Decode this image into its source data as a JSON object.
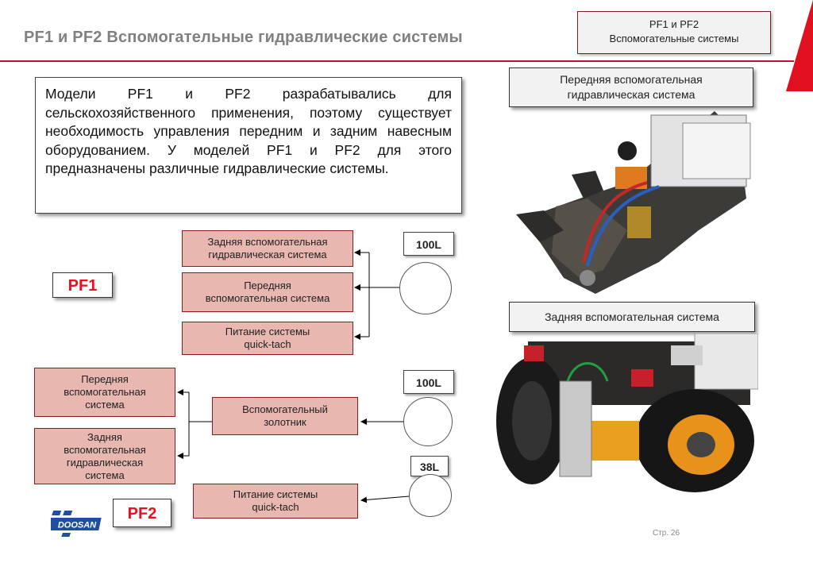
{
  "title": "PF1 и PF2 Вспомогательные гидравлические системы",
  "top_box": {
    "line1": "PF1 и PF2",
    "line2": "Вспомогательные системы"
  },
  "intro_text": "Модели PF1 и PF2 разрабатывались для сельскохозяйственного применения, поэтому существует необходимость управления передним и задним навесным оборудованием. У моделей PF1 и PF2 для этого предназначены различные гидравлические системы.",
  "photo_front": {
    "caption_line1": "Передняя вспомогательная",
    "caption_line2": "гидравлическая система"
  },
  "photo_rear": {
    "caption": "Задняя вспомогательная система"
  },
  "pf1": {
    "label": "PF1",
    "pump_capacity": "100L",
    "boxes": [
      {
        "line1": "Задняя вспомогательная",
        "line2": "гидравлическая система"
      },
      {
        "line1": "Передняя",
        "line2": "вспомогательная система"
      },
      {
        "line1": "Питание системы",
        "line2": "quick-tach"
      }
    ]
  },
  "pf2": {
    "label": "PF2",
    "pump_capacity_1": "100L",
    "pump_capacity_2": "38L",
    "left_boxes": [
      {
        "line1": "Передняя",
        "line2": "вспомогательная",
        "line3": "система"
      },
      {
        "line1": "Задняя",
        "line2": "вспомогательная",
        "line3": "гидравлическая",
        "line4": "система"
      }
    ],
    "valve_box": {
      "line1": "Вспомогательный",
      "line2": "золотник"
    },
    "quicktach_box": {
      "line1": "Питание системы",
      "line2": "quick-tach"
    }
  },
  "logo_text": "DOOSAN",
  "page_number": "Стр. 26",
  "colors": {
    "accent_red": "#c8102e",
    "box_fill": "#e8b7b0",
    "model_text": "#e8101e"
  }
}
